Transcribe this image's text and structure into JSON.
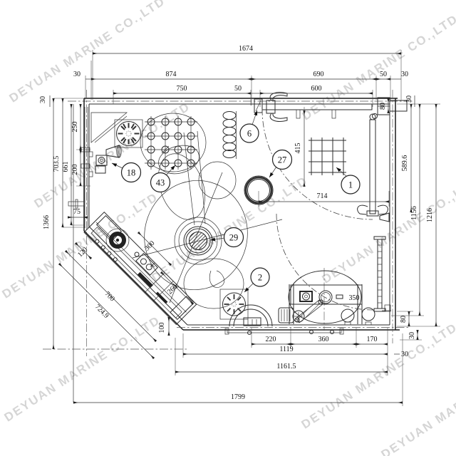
{
  "watermark": {
    "text": "DEYUAN MARINE CO.,LTD"
  },
  "balloons": [
    "6",
    "27",
    "1",
    "18",
    "43",
    "29",
    "2"
  ],
  "dims": {
    "top": [
      "1674",
      "30",
      "874",
      "690",
      "50",
      "30",
      "750",
      "50",
      "600"
    ],
    "left": [
      "30",
      "250",
      "200",
      "661",
      "703.5",
      "75",
      "1366"
    ],
    "right": [
      "80",
      "30",
      "589.6",
      "1156",
      "1216",
      "80",
      "30",
      "30"
    ],
    "bottom": [
      "220",
      "360",
      "170",
      "1119",
      "1161.5",
      "1799",
      "100"
    ],
    "interior": [
      "415",
      "714",
      "350"
    ],
    "diagonal": [
      "120",
      "300",
      "260",
      "700",
      "724.9"
    ]
  }
}
